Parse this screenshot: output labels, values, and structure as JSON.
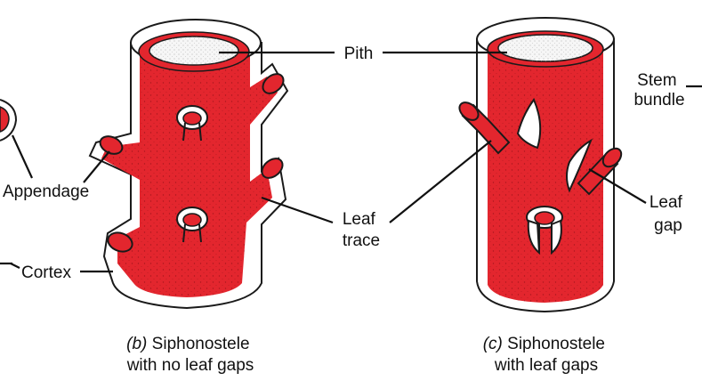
{
  "colors": {
    "stele": "#e3262e",
    "stele_dark": "#a5141b",
    "cortex": "#ffffff",
    "pith": "#f4f4f4",
    "outline": "#1a1a1a",
    "text": "#111111"
  },
  "labels": {
    "pith": "Pith",
    "stem_bundle_line1": "Stem",
    "stem_bundle_line2": "bundle",
    "appendage": "Appendage",
    "cortex": "Cortex",
    "leaf_trace_line1": "Leaf",
    "leaf_trace_line2": "trace",
    "leaf_gap_line1": "Leaf",
    "leaf_gap_line2": "gap"
  },
  "captions": {
    "b": {
      "letter": "(b)",
      "title": "Siphonostele",
      "line2": "with no leaf gaps"
    },
    "c": {
      "letter": "(c)",
      "title": "Siphonostele",
      "line2": "with leaf gaps"
    }
  }
}
